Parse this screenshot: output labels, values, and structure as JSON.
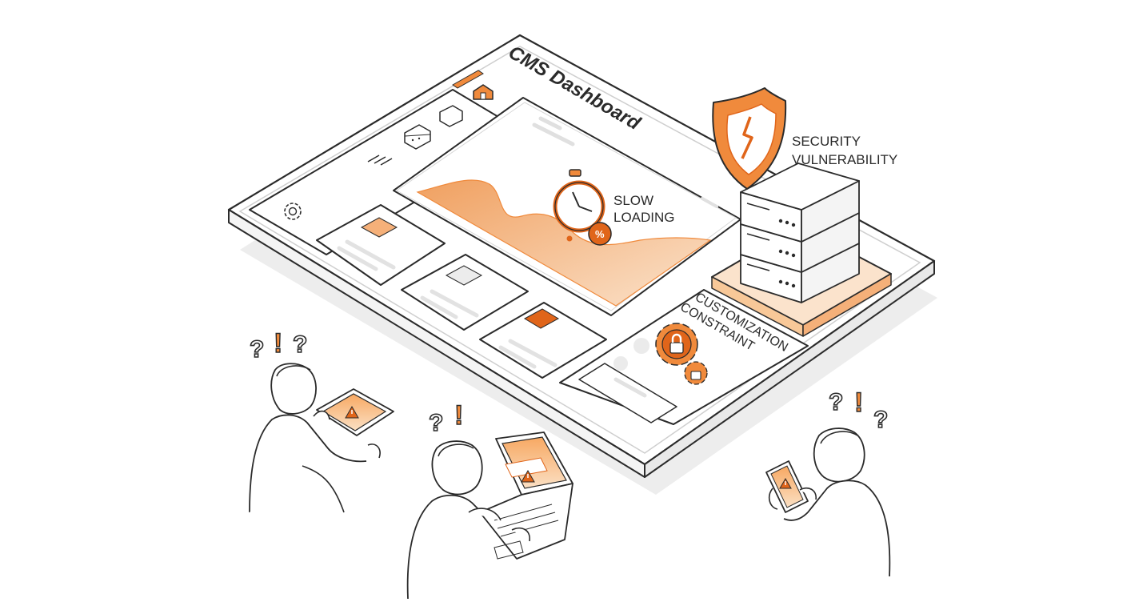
{
  "dashboard": {
    "title": "CMS Dashboard"
  },
  "callouts": {
    "slow_loading": {
      "line1": "SLOW",
      "line2": "LOADING"
    },
    "security": {
      "line1": "SECURITY",
      "line2": "VULNERABILITY"
    },
    "customization": {
      "line1": "CUSTOMIZATION",
      "line2": "CONSTRAINT"
    }
  },
  "reactions": {
    "left": "?!?",
    "middle": "?!",
    "right": "?!?"
  },
  "colors": {
    "accent": "#F08A3C",
    "accent_dark": "#E0651A",
    "accent_light": "#FBD7B5",
    "outline": "#2b2b2b",
    "panel": "#ffffff",
    "shadow": "#ececec"
  },
  "icons": {
    "home": "home-icon",
    "file": "file-icon",
    "calendar": "calendar-icon",
    "settings": "gear-icon",
    "timer": "stopwatch-icon",
    "shield": "shield-broken-icon",
    "server": "server-stack-icon",
    "lock_gear": "locked-gear-icon",
    "warning": "warning-icon"
  }
}
